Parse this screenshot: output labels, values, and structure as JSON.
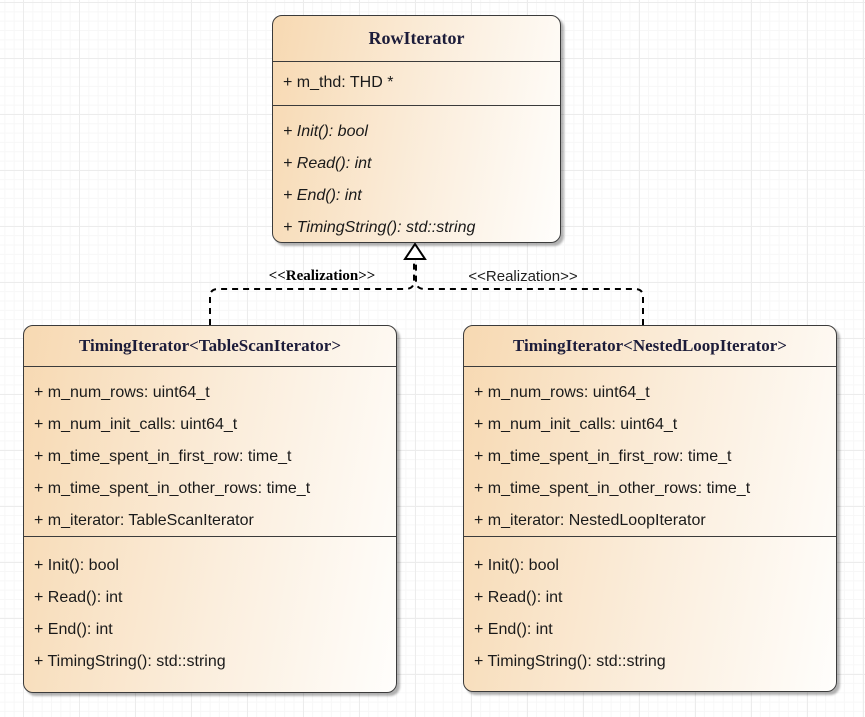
{
  "diagram": {
    "parent_class": {
      "title": "RowIterator",
      "attributes": [
        "+ m_thd: THD *"
      ],
      "methods": [
        "+ Init(): bool",
        "+ Read(): int",
        "+ End(): int",
        "+ TimingString(): std::string"
      ]
    },
    "left_class": {
      "title": "TimingIterator<TableScanIterator>",
      "attributes": [
        "+ m_num_rows: uint64_t",
        "+ m_num_init_calls: uint64_t",
        "+ m_time_spent_in_first_row: time_t",
        "+ m_time_spent_in_other_rows: time_t",
        "+ m_iterator: TableScanIterator"
      ],
      "methods": [
        "+ Init(): bool",
        "+ Read(): int",
        "+ End(): int",
        "+ TimingString(): std::string"
      ]
    },
    "right_class": {
      "title": "TimingIterator<NestedLoopIterator>",
      "attributes": [
        "+ m_num_rows: uint64_t",
        "+ m_num_init_calls: uint64_t",
        "+ m_time_spent_in_first_row: time_t",
        "+ m_time_spent_in_other_rows: time_t",
        "+ m_iterator: NestedLoopIterator"
      ],
      "methods": [
        "+ Init(): bool",
        "+ Read(): int",
        "+ End(): int",
        "+ TimingString(): std::string"
      ]
    },
    "edges": {
      "left_label": "<<Realization>>",
      "right_label": "<<Realization>>"
    },
    "colors": {
      "box_gradient_start": "#f7d9b2",
      "box_gradient_end": "#fffefc",
      "border": "#3b3b3b",
      "title_text": "#1c1c3a",
      "body_text": "#1a1a1a",
      "edge_line": "#000000",
      "grid_major": "#ececec",
      "grid_minor": "#f7f7f7"
    }
  }
}
